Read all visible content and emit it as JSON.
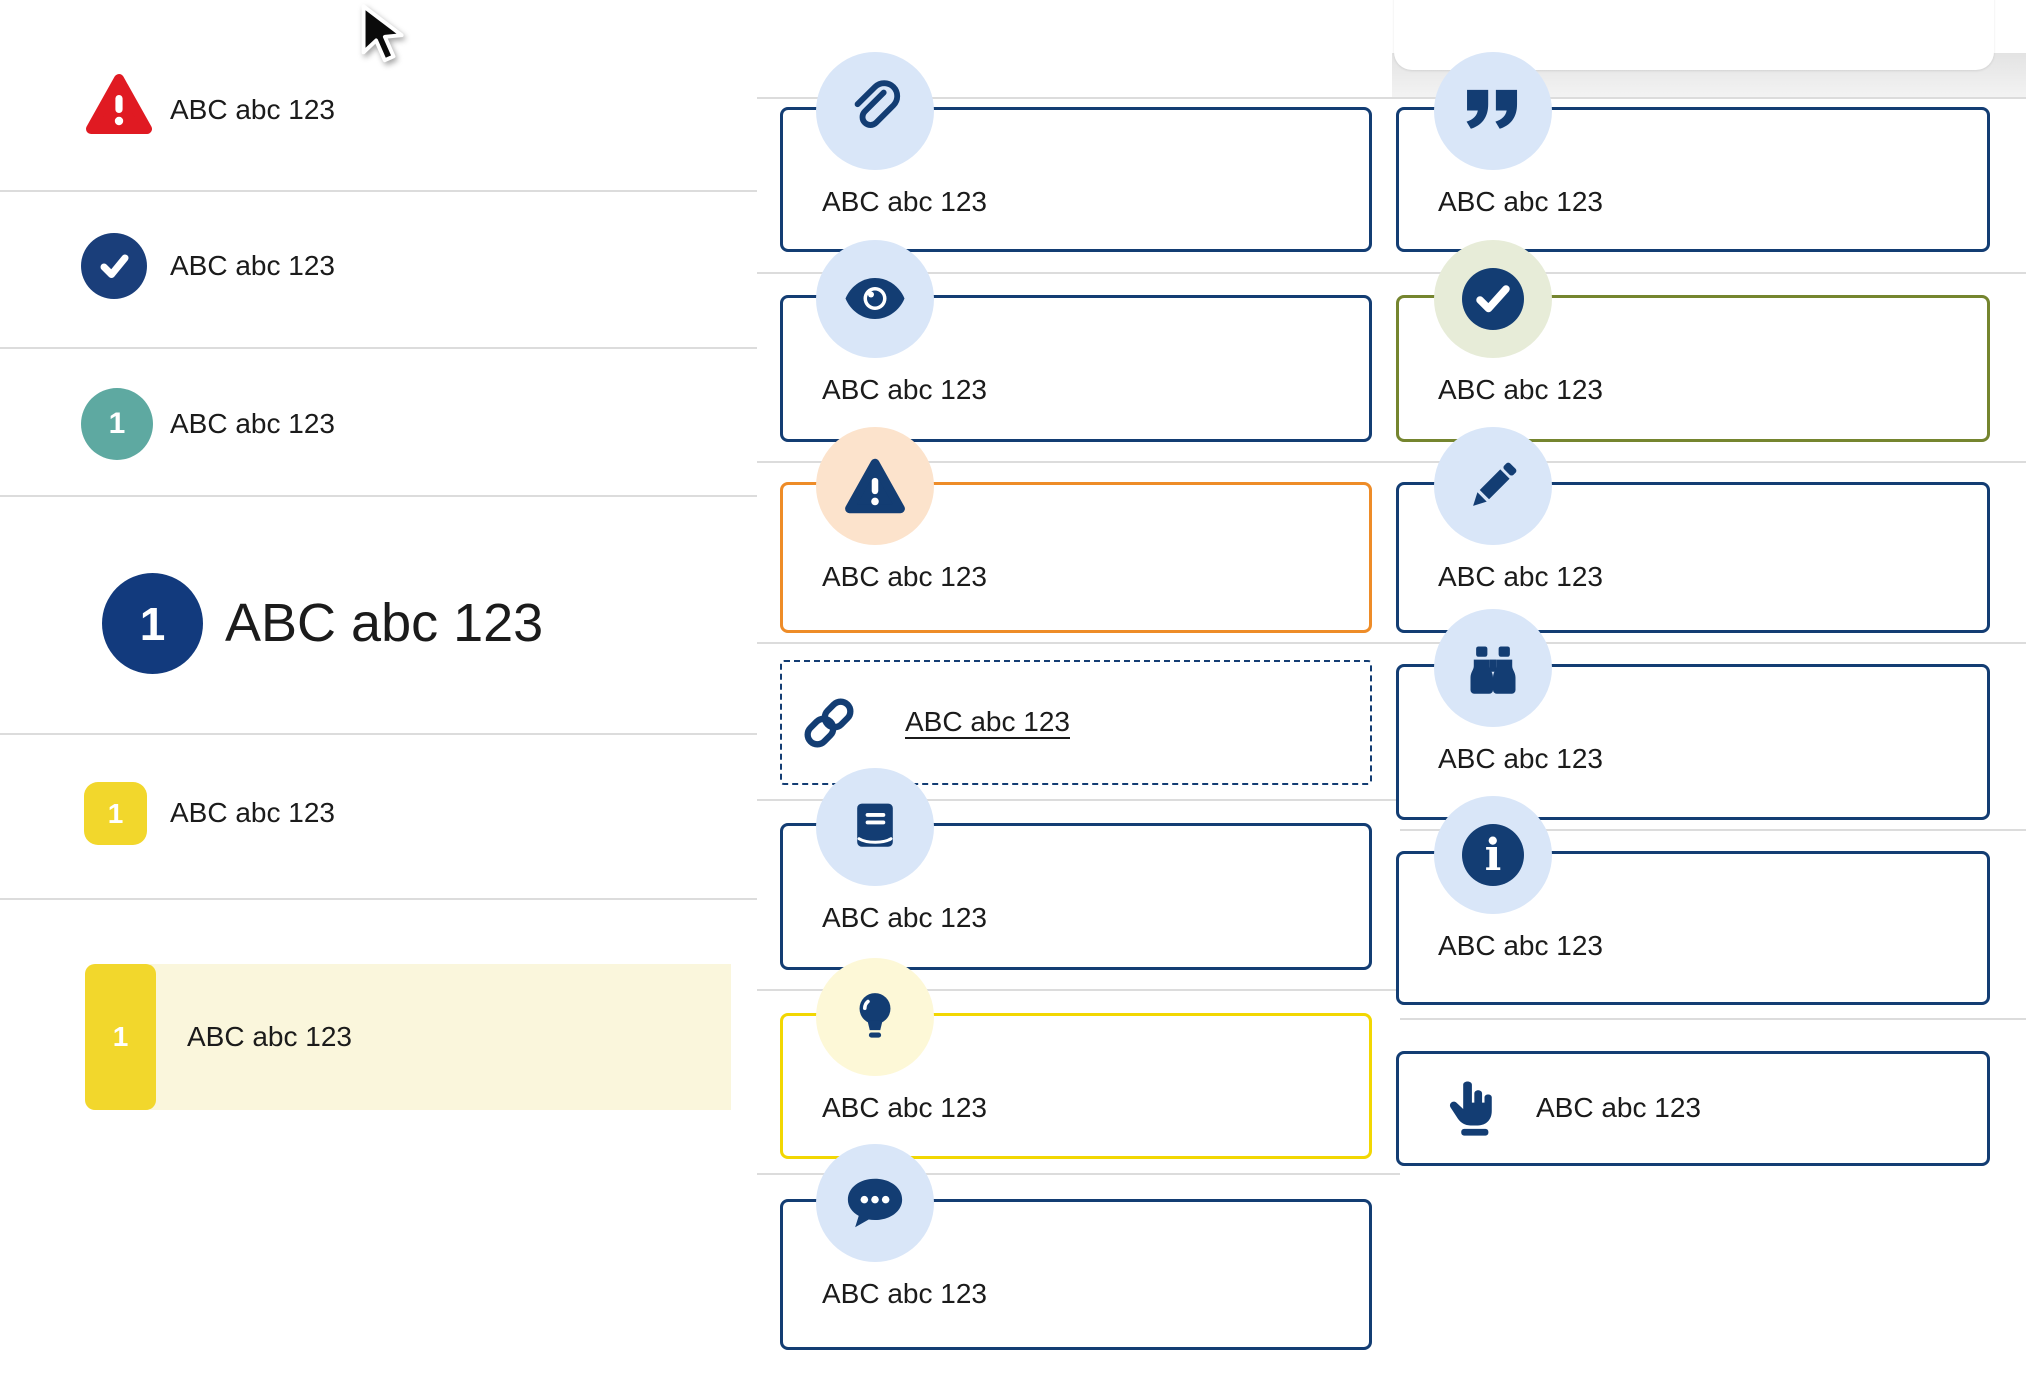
{
  "left_list": {
    "items": [
      {
        "icon": "warning-triangle-icon",
        "label": "ABC abc 123"
      },
      {
        "icon": "check-circle-icon",
        "label": "ABC abc 123"
      },
      {
        "icon": "teal-number-badge",
        "badge": "1",
        "label": "ABC abc 123"
      },
      {
        "icon": "navy-number-badge-large",
        "badge": "1",
        "label": "ABC abc 123"
      },
      {
        "icon": "yellow-number-badge",
        "badge": "1",
        "label": "ABC abc 123"
      },
      {
        "icon": "yellow-number-bar",
        "badge": "1",
        "label": "ABC abc 123",
        "highlighted": true
      }
    ]
  },
  "middle_column": {
    "cards": [
      {
        "icon": "paperclip-icon",
        "style": "navy",
        "label": "ABC abc 123"
      },
      {
        "icon": "eye-icon",
        "style": "navy",
        "label": "ABC abc 123"
      },
      {
        "icon": "warning-icon",
        "style": "orange",
        "label": "ABC abc 123"
      },
      {
        "icon": "link-icon",
        "style": "dashed",
        "label": "ABC abc 123",
        "is_link": true
      },
      {
        "icon": "book-icon",
        "style": "navy",
        "label": "ABC abc 123"
      },
      {
        "icon": "lightbulb-icon",
        "style": "yellow",
        "label": "ABC abc 123"
      },
      {
        "icon": "comment-icon",
        "style": "navy",
        "label": "ABC abc 123"
      }
    ]
  },
  "right_column": {
    "cards": [
      {
        "icon": "quote-icon",
        "style": "navy",
        "label": "ABC abc 123"
      },
      {
        "icon": "check-circle-icon",
        "style": "olive",
        "label": "ABC abc 123"
      },
      {
        "icon": "pencil-icon",
        "style": "navy",
        "label": "ABC abc 123"
      },
      {
        "icon": "binoculars-icon",
        "style": "navy",
        "label": "ABC abc 123"
      },
      {
        "icon": "info-icon",
        "style": "navy",
        "label": "ABC abc 123"
      },
      {
        "icon": "hand-pointer-icon",
        "style": "navy",
        "label": "ABC abc 123"
      }
    ]
  },
  "colors": {
    "navy": "#133d73",
    "red": "#e01a22",
    "teal": "#5ea9a1",
    "yellow_badge": "#f2d72c",
    "pale_yellow_highlight": "#faf6dc",
    "light_blue_circle": "#d9e6f8",
    "peach_circle": "#fce3cc",
    "pale_yellow_circle": "#fdf8d7",
    "pale_green_circle": "#e7ecd8",
    "orange_border": "#ee8c28",
    "yellow_border": "#f2d702",
    "olive_border": "#75852f",
    "divider": "#dcdcdc",
    "text": "#1b1b1b"
  }
}
